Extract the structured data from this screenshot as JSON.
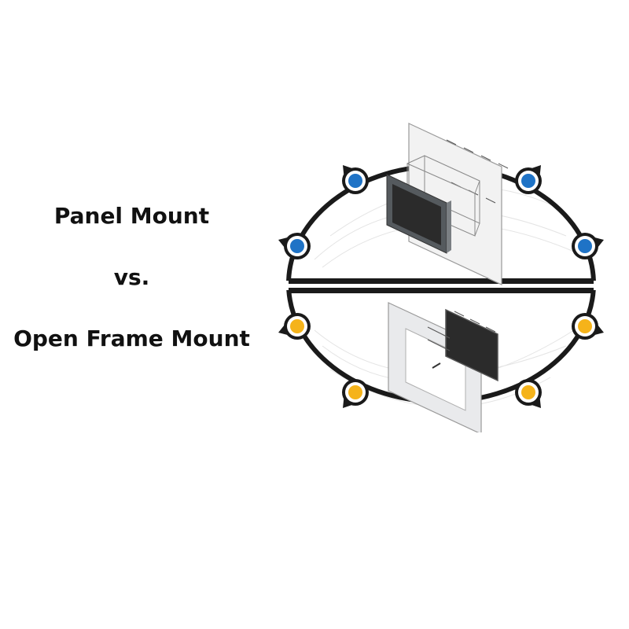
{
  "heading": {
    "line1": "Panel Mount",
    "line2": "vs.",
    "line3": "Open Frame Mount"
  },
  "colors": {
    "panel_mount_dot": "#1f73c6",
    "open_frame_dot": "#f5b31a",
    "ring": "#1a1a1a",
    "bezel": "#555a5e",
    "screen": "#2b2b2b",
    "panel": "#f2f2f2",
    "frame": "#e9eaec"
  },
  "icons": {
    "panel_mount": [
      "blue-dot-icon",
      "blue-dot-icon",
      "blue-dot-icon",
      "blue-dot-icon"
    ],
    "open_frame": [
      "yellow-dot-icon",
      "yellow-dot-icon",
      "yellow-dot-icon",
      "yellow-dot-icon"
    ]
  }
}
